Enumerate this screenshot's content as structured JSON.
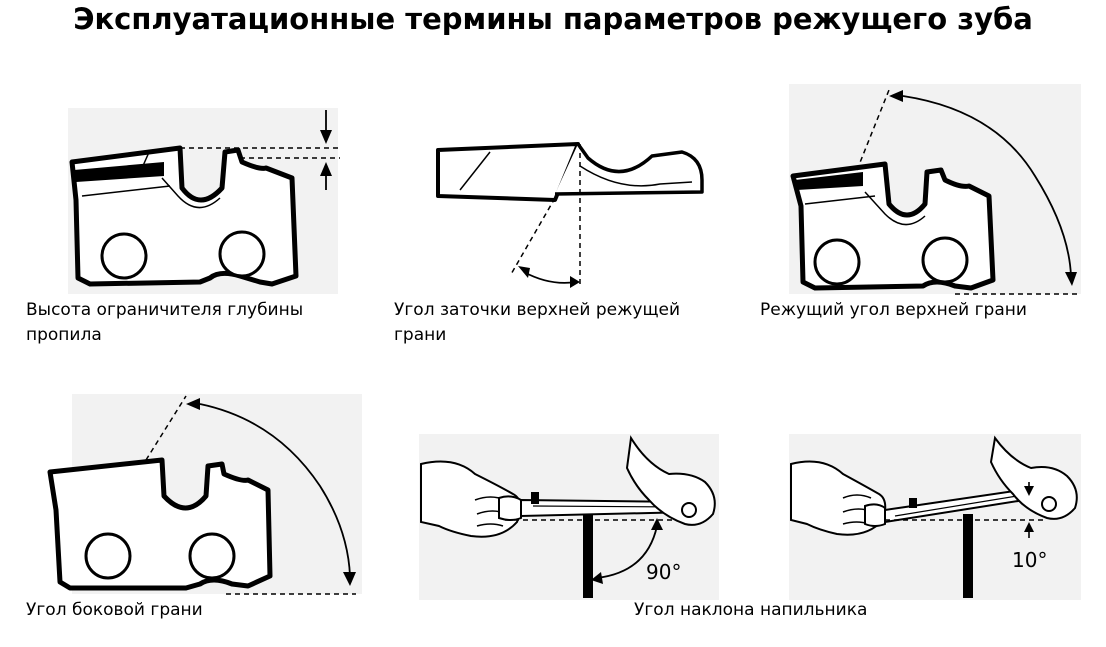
{
  "title": "Эксплуатационные термины параметров режущего зуба",
  "captions": {
    "depth_gauge": "Высота ограничителя глубины\nпропила",
    "top_plate_filing_angle": "Угол заточки верхней режущей\n грани",
    "top_plate_cutting_angle": "Режущий угол верхней грани",
    "side_plate_angle": "Угол боковой грани",
    "file_tilt_angle": "Угол наклона напильника"
  },
  "angles": {
    "file_vertical": "90°",
    "file_tilt": "10°"
  }
}
